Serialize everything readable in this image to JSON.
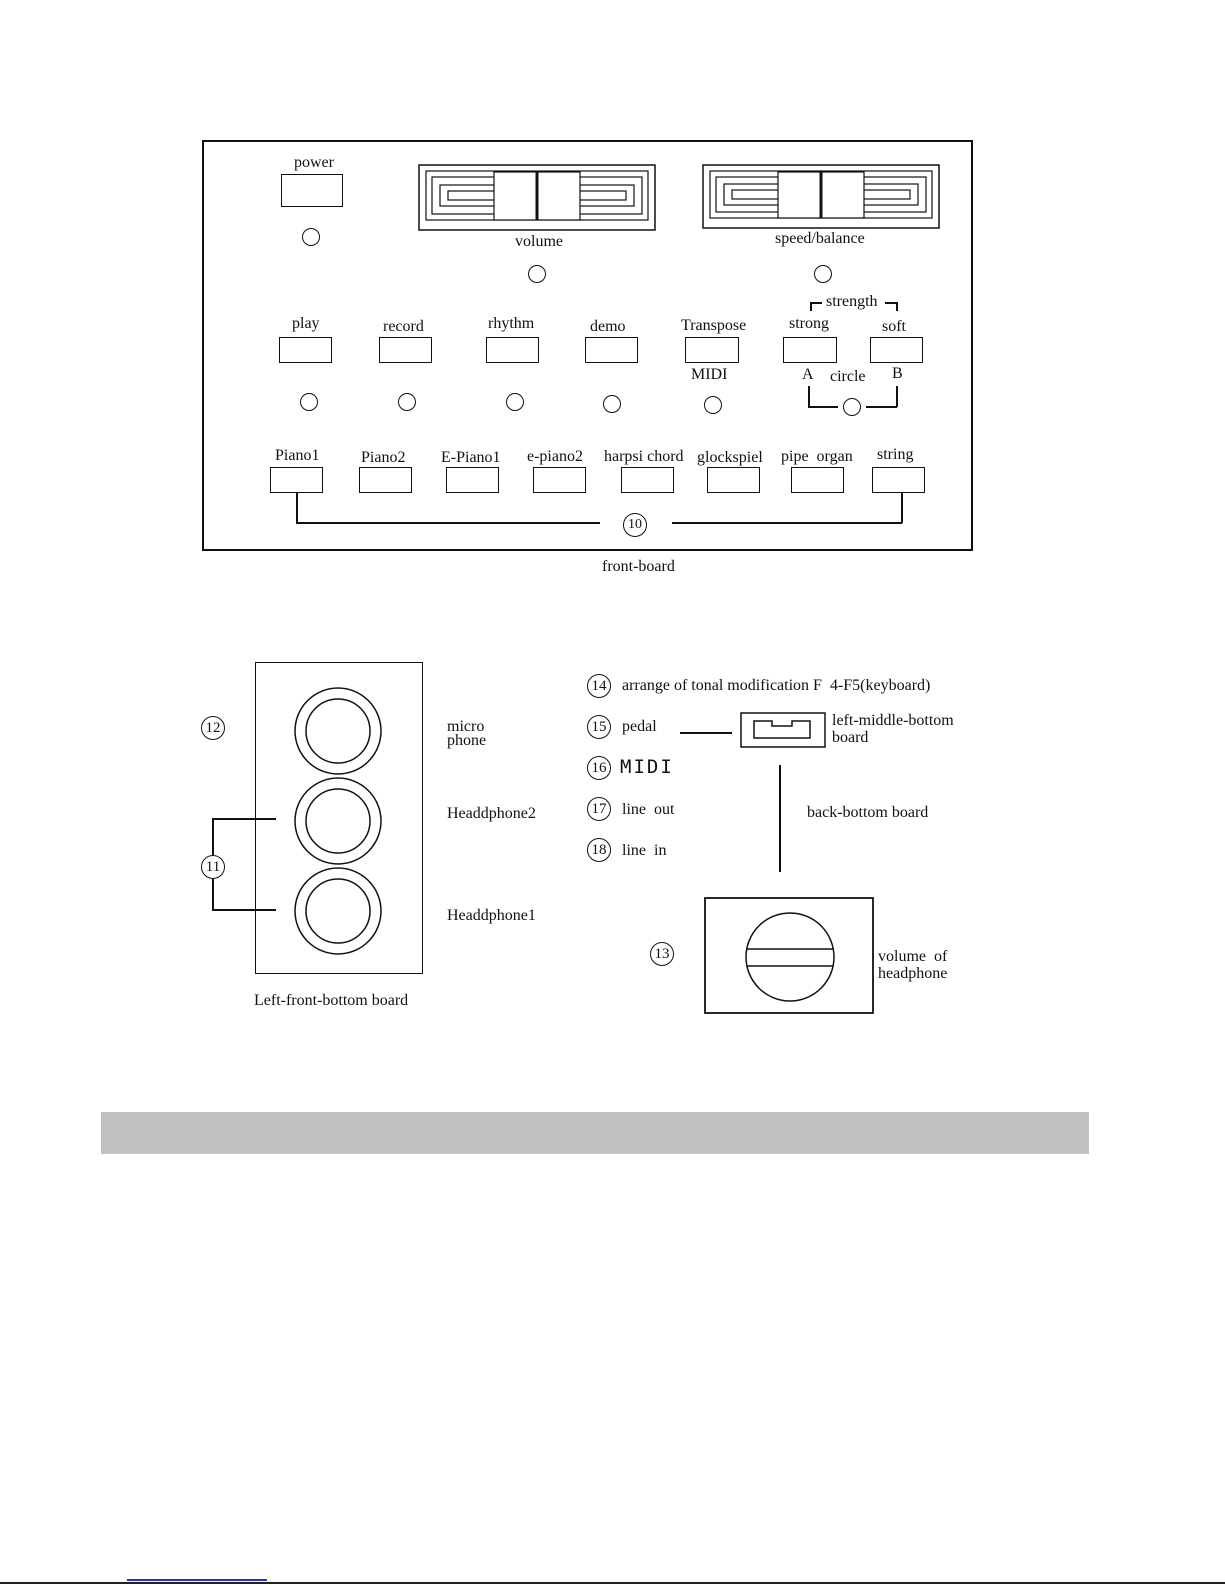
{
  "front_board": {
    "caption": "front-board",
    "power_label": "power",
    "volume_label": "volume",
    "speed_balance_label": "speed/balance",
    "function_buttons": [
      "play",
      "record",
      "rhythm",
      "demo",
      "Transpose"
    ],
    "midi_label": "MIDI",
    "strength_label": "strength",
    "strong_label": "strong",
    "soft_label": "soft",
    "circle_label": "circle",
    "a_label": "A",
    "b_label": "B",
    "voice_buttons": [
      "Piano1",
      "Piano2",
      "E-Piano1",
      "e-piano2",
      "harpsi chord",
      "glockspiel",
      "pipe  organ",
      "string"
    ],
    "voice_callout": "10"
  },
  "left_front_bottom": {
    "caption": "Left-front-bottom board",
    "callout_mic": "12",
    "callout_headphones": "11",
    "micro_label_1": "micro",
    "micro_label_2": "phone",
    "headphone2_label": "Headdphone2",
    "headphone1_label": "Headdphone1"
  },
  "legend": [
    {
      "num": "14",
      "text": "arrange of tonal modification F  4-F5(keyboard)"
    },
    {
      "num": "15",
      "text": "pedal"
    },
    {
      "num": "16",
      "text": "MIDI"
    },
    {
      "num": "17",
      "text": "line  out"
    },
    {
      "num": "18",
      "text": "line  in"
    }
  ],
  "left_middle_bottom_1": "left-middle-bottom",
  "left_middle_bottom_2": "board",
  "back_bottom_label": "back-bottom board",
  "headphone_volume": {
    "callout": "13",
    "label_1": "volume  of",
    "label_2": "headphone"
  }
}
